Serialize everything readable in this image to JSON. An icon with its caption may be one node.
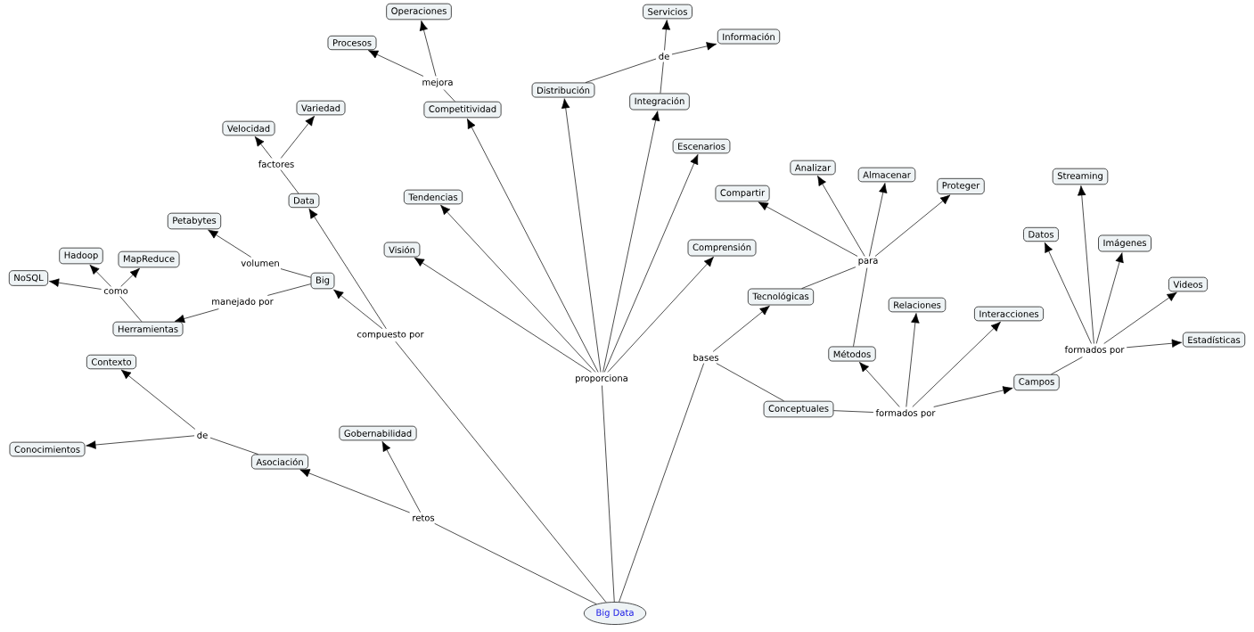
{
  "diagram": {
    "nodes": [
      {
        "text": [
          "Operaciones"
        ]
      },
      {
        "text": [
          "Procesos"
        ]
      },
      {
        "text": [
          "Servicios"
        ]
      },
      {
        "text": [
          "Información"
        ]
      },
      {
        "text": [
          "de"
        ]
      },
      {
        "text": [
          "mejora"
        ]
      },
      {
        "text": [
          "Distribución"
        ]
      },
      {
        "text": [
          "Integración"
        ]
      },
      {
        "text": [
          "Variedad"
        ]
      },
      {
        "text": [
          "Competitividad"
        ]
      },
      {
        "text": [
          "Velocidad"
        ]
      },
      {
        "text": [
          "Escenarios"
        ]
      },
      {
        "text": [
          "factores"
        ]
      },
      {
        "text": [
          "Analizar"
        ]
      },
      {
        "text": [
          "Almacenar"
        ]
      },
      {
        "text": [
          "Streaming"
        ]
      },
      {
        "text": [
          "Proteger"
        ]
      },
      {
        "text": [
          "Compartir"
        ]
      },
      {
        "text": [
          "Tendencias"
        ]
      },
      {
        "text": [
          "Data"
        ]
      },
      {
        "text": [
          "Petabytes"
        ]
      },
      {
        "text": [
          "Datos"
        ]
      },
      {
        "text": [
          "Imágenes"
        ]
      },
      {
        "text": [
          "Comprensión"
        ]
      },
      {
        "text": [
          "Visión"
        ]
      },
      {
        "text": [
          "Hadoop"
        ]
      },
      {
        "text": [
          "MapReduce"
        ]
      },
      {
        "text": [
          "para"
        ]
      },
      {
        "text": [
          "volumen"
        ]
      },
      {
        "text": [
          "NoSQL"
        ]
      },
      {
        "text": [
          "Big"
        ]
      },
      {
        "text": [
          "Videos"
        ]
      },
      {
        "text": [
          "como"
        ]
      },
      {
        "text": [
          "Tecnológicas"
        ]
      },
      {
        "text": [
          "manejado por"
        ]
      },
      {
        "text": [
          "Relaciones"
        ]
      },
      {
        "text": [
          "Interacciones"
        ]
      },
      {
        "text": [
          "Herramientas"
        ]
      },
      {
        "text": [
          "compuesto por"
        ]
      },
      {
        "text": [
          "Estadísticas"
        ]
      },
      {
        "text": [
          "formados por"
        ]
      },
      {
        "text": [
          "Métodos"
        ]
      },
      {
        "text": [
          "bases"
        ]
      },
      {
        "text": [
          "Contexto"
        ]
      },
      {
        "text": [
          "proporciona"
        ]
      },
      {
        "text": [
          "Campos"
        ]
      },
      {
        "text": [
          "Conceptuales"
        ]
      },
      {
        "text": [
          "formados por"
        ]
      },
      {
        "text": [
          "Gobernabilidad"
        ]
      },
      {
        "text": [
          "de"
        ]
      },
      {
        "text": [
          "Conocimientos"
        ]
      },
      {
        "text": [
          "Asociación"
        ]
      },
      {
        "text": [
          "retos"
        ]
      },
      {
        "text": [
          "Big Data"
        ]
      }
    ],
    "edges": [
      {
        "from": 53,
        "to": 38,
        "arrow": "none"
      },
      {
        "from": 38,
        "to": 30,
        "arrow": "to"
      },
      {
        "from": 38,
        "to": 19,
        "arrow": "to"
      },
      {
        "from": 19,
        "to": 12,
        "arrow": "none"
      },
      {
        "from": 12,
        "to": 10,
        "arrow": "to"
      },
      {
        "from": 12,
        "to": 8,
        "arrow": "to"
      },
      {
        "from": 30,
        "to": 28,
        "arrow": "none"
      },
      {
        "from": 28,
        "to": 20,
        "arrow": "to"
      },
      {
        "from": 30,
        "to": 34,
        "arrow": "none"
      },
      {
        "from": 34,
        "to": 37,
        "arrow": "to"
      },
      {
        "from": 37,
        "to": 32,
        "arrow": "none"
      },
      {
        "from": 32,
        "to": 29,
        "arrow": "to"
      },
      {
        "from": 32,
        "to": 25,
        "arrow": "to"
      },
      {
        "from": 32,
        "to": 26,
        "arrow": "to"
      },
      {
        "from": 53,
        "to": 52,
        "arrow": "none"
      },
      {
        "from": 52,
        "to": 51,
        "arrow": "to"
      },
      {
        "from": 52,
        "to": 48,
        "arrow": "to"
      },
      {
        "from": 51,
        "to": 49,
        "arrow": "none"
      },
      {
        "from": 49,
        "to": 43,
        "arrow": "to"
      },
      {
        "from": 49,
        "to": 50,
        "arrow": "to"
      },
      {
        "from": 53,
        "to": 44,
        "arrow": "none"
      },
      {
        "from": 44,
        "to": 24,
        "arrow": "to"
      },
      {
        "from": 44,
        "to": 18,
        "arrow": "to"
      },
      {
        "from": 44,
        "to": 9,
        "arrow": "to"
      },
      {
        "from": 44,
        "to": 6,
        "arrow": "to"
      },
      {
        "from": 44,
        "to": 7,
        "arrow": "to"
      },
      {
        "from": 44,
        "to": 11,
        "arrow": "to"
      },
      {
        "from": 44,
        "to": 23,
        "arrow": "to"
      },
      {
        "from": 9,
        "to": 5,
        "arrow": "none"
      },
      {
        "from": 5,
        "to": 1,
        "arrow": "to"
      },
      {
        "from": 5,
        "to": 0,
        "arrow": "to"
      },
      {
        "from": 6,
        "to": 4,
        "arrow": "none"
      },
      {
        "from": 7,
        "to": 4,
        "arrow": "none"
      },
      {
        "from": 4,
        "to": 2,
        "arrow": "to"
      },
      {
        "from": 4,
        "to": 3,
        "arrow": "to"
      },
      {
        "from": 53,
        "to": 42,
        "arrow": "none"
      },
      {
        "from": 42,
        "to": 33,
        "arrow": "to"
      },
      {
        "from": 42,
        "to": 46,
        "arrow": "none"
      },
      {
        "from": 33,
        "to": 27,
        "arrow": "none"
      },
      {
        "from": 27,
        "to": 17,
        "arrow": "to"
      },
      {
        "from": 27,
        "to": 13,
        "arrow": "to"
      },
      {
        "from": 27,
        "to": 14,
        "arrow": "to"
      },
      {
        "from": 27,
        "to": 16,
        "arrow": "to"
      },
      {
        "from": 41,
        "to": 27,
        "arrow": "none"
      },
      {
        "from": 46,
        "to": 47,
        "arrow": "none"
      },
      {
        "from": 47,
        "to": 41,
        "arrow": "to"
      },
      {
        "from": 47,
        "to": 35,
        "arrow": "to"
      },
      {
        "from": 47,
        "to": 36,
        "arrow": "to"
      },
      {
        "from": 47,
        "to": 45,
        "arrow": "to"
      },
      {
        "from": 45,
        "to": 40,
        "arrow": "none"
      },
      {
        "from": 40,
        "to": 21,
        "arrow": "to"
      },
      {
        "from": 40,
        "to": 15,
        "arrow": "to"
      },
      {
        "from": 40,
        "to": 22,
        "arrow": "to"
      },
      {
        "from": 40,
        "to": 31,
        "arrow": "to"
      },
      {
        "from": 40,
        "to": 39,
        "arrow": "to"
      }
    ]
  }
}
